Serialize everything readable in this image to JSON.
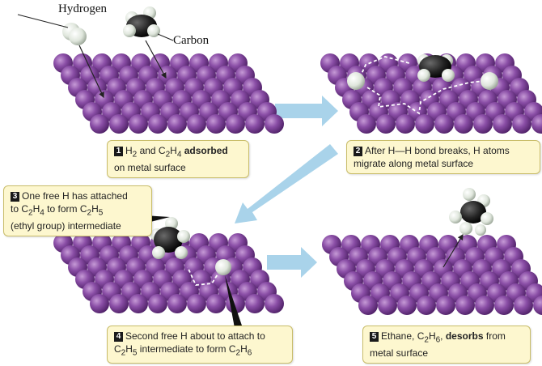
{
  "labels": {
    "hydrogen": "Hydrogen",
    "carbon": "Carbon"
  },
  "steps": [
    {
      "number": "1",
      "parts": [
        "H",
        "2",
        " and C",
        "2",
        "H",
        "4",
        " ",
        "adsorbed",
        "on metal surface"
      ]
    },
    {
      "number": "2",
      "parts": [
        "After H—H bond breaks, H atoms",
        "migrate along metal surface"
      ]
    },
    {
      "number": "3",
      "parts": [
        "One free H has attached",
        "to C",
        "2",
        "H",
        "4",
        " to form C",
        "2",
        "H",
        "5",
        "(ethyl group) intermediate"
      ]
    },
    {
      "number": "4",
      "parts": [
        "Second free H about to attach to",
        "C",
        "2",
        "H",
        "5",
        " intermediate to form C",
        "2",
        "H",
        "6"
      ]
    },
    {
      "number": "5",
      "parts": [
        "Ethane, C",
        "2",
        "H",
        "6",
        ", ",
        "desorbs",
        " from",
        "metal surface"
      ]
    }
  ],
  "colors": {
    "metal_atom": "#8a4ea6",
    "metal_atom_dark": "#5e2b78",
    "hydrogen_atom": "#dfe6dc",
    "carbon_atom": "#222222",
    "arrow": "#a9d3ea",
    "caption_bg": "#fdf7cf"
  }
}
